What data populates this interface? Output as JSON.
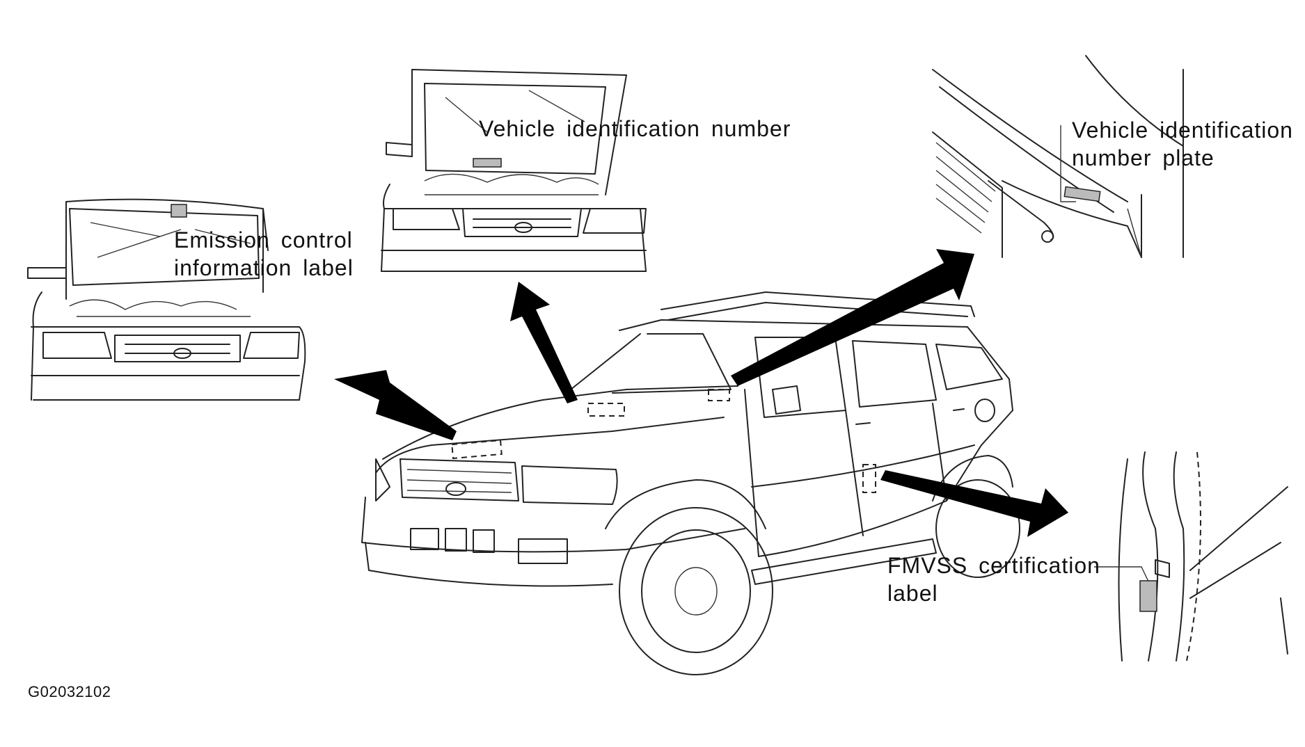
{
  "labels": {
    "vin": "Vehicle identification number",
    "vin_plate_line1": "Vehicle identification",
    "vin_plate_line2": "number plate",
    "emission_line1": "Emission control",
    "emission_line2": "information label",
    "fmvss_line1": "FMVSS certification",
    "fmvss_line2": "label"
  },
  "figure_code": "G02032102"
}
